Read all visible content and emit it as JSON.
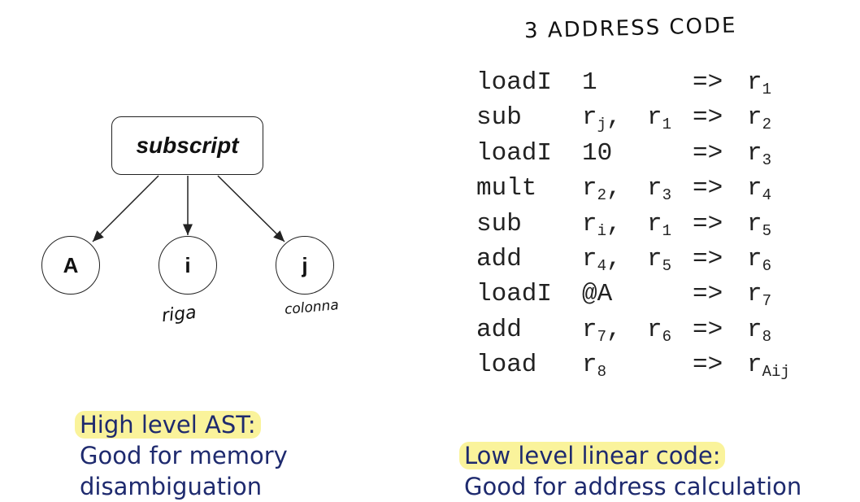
{
  "ast": {
    "root": "subscript",
    "children": [
      {
        "label": "A",
        "annotation": ""
      },
      {
        "label": "i",
        "annotation": "riga"
      },
      {
        "label": "j",
        "annotation": "colonna"
      }
    ]
  },
  "code_title": "3 ADDRESS CODE",
  "code_lines": [
    {
      "op": "loadI",
      "arg1": "1",
      "arg1_sub": "",
      "arg2": "",
      "arg2_sub": "",
      "arrow": "=>",
      "dst": "r",
      "dst_sub": "1"
    },
    {
      "op": "sub",
      "arg1": "r",
      "arg1_sub": "j",
      "arg2": "r",
      "arg2_sub": "1",
      "arrow": "=>",
      "dst": "r",
      "dst_sub": "2"
    },
    {
      "op": "loadI",
      "arg1": "10",
      "arg1_sub": "",
      "arg2": "",
      "arg2_sub": "",
      "arrow": "=>",
      "dst": "r",
      "dst_sub": "3"
    },
    {
      "op": "mult",
      "arg1": "r",
      "arg1_sub": "2",
      "arg2": "r",
      "arg2_sub": "3",
      "arrow": "=>",
      "dst": "r",
      "dst_sub": "4"
    },
    {
      "op": "sub",
      "arg1": "r",
      "arg1_sub": "i",
      "arg2": "r",
      "arg2_sub": "1",
      "arrow": "=>",
      "dst": "r",
      "dst_sub": "5"
    },
    {
      "op": "add",
      "arg1": "r",
      "arg1_sub": "4",
      "arg2": "r",
      "arg2_sub": "5",
      "arrow": "=>",
      "dst": "r",
      "dst_sub": "6"
    },
    {
      "op": "loadI",
      "arg1": "@A",
      "arg1_sub": "",
      "arg2": "",
      "arg2_sub": "",
      "arrow": "=>",
      "dst": "r",
      "dst_sub": "7"
    },
    {
      "op": "add",
      "arg1": "r",
      "arg1_sub": "7",
      "arg2": "r",
      "arg2_sub": "6",
      "arrow": "=>",
      "dst": "r",
      "dst_sub": "8"
    },
    {
      "op": "load",
      "arg1": "r",
      "arg1_sub": "8",
      "arg2": "",
      "arg2_sub": "",
      "arrow": "=>",
      "dst": "r",
      "dst_sub": "Aij"
    }
  ],
  "notes": {
    "left_title": "High level AST:",
    "left_body_1": "Good for memory",
    "left_body_2": "disambiguation",
    "right_title": "Low level linear code:",
    "right_body": "Good for address calculation"
  },
  "colors": {
    "highlight": "#faf39b",
    "note_text": "#1e2a6e"
  }
}
